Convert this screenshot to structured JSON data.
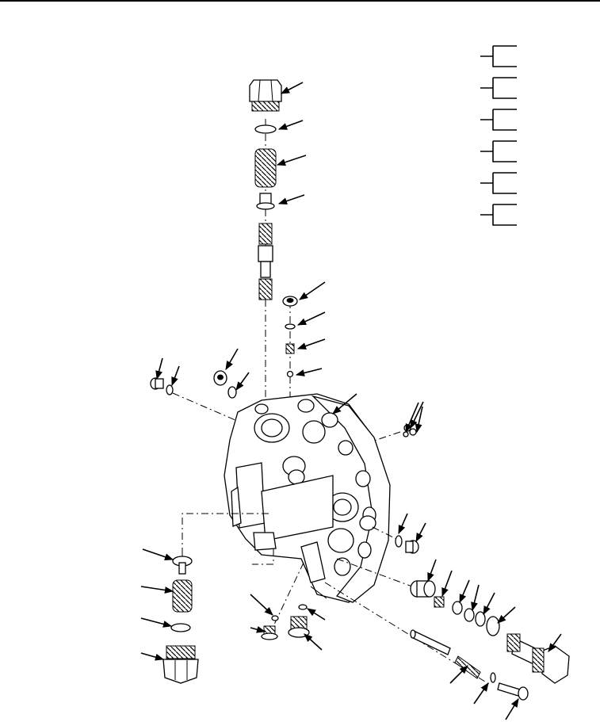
{
  "figure": {
    "kind": "exploded-view-line-drawing",
    "ink_color": "#000000",
    "paper_color": "#ffffff"
  },
  "index_brackets": {
    "count": 6
  },
  "callout_arrows": {
    "count": 36
  }
}
